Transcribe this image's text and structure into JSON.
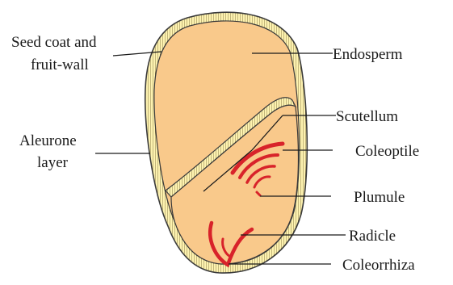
{
  "diagram": {
    "labels": {
      "seed_coat_line1": "Seed coat and",
      "seed_coat_line2": "fruit-wall",
      "aleurone_line1": "Aleurone",
      "aleurone_line2": "layer",
      "endosperm": "Endosperm",
      "scutellum": "Scutellum",
      "coleoptile": "Coleoptile",
      "plumule": "Plumule",
      "radicle": "Radicle",
      "coleorrhiza": "Coleorrhiza"
    },
    "colors": {
      "seed_fill": "#f9c98b",
      "aleurone_band": "#fdf2b0",
      "outline": "#3a3a3a",
      "embryo_red": "#d8232a",
      "leader": "#1a1a1a"
    }
  }
}
